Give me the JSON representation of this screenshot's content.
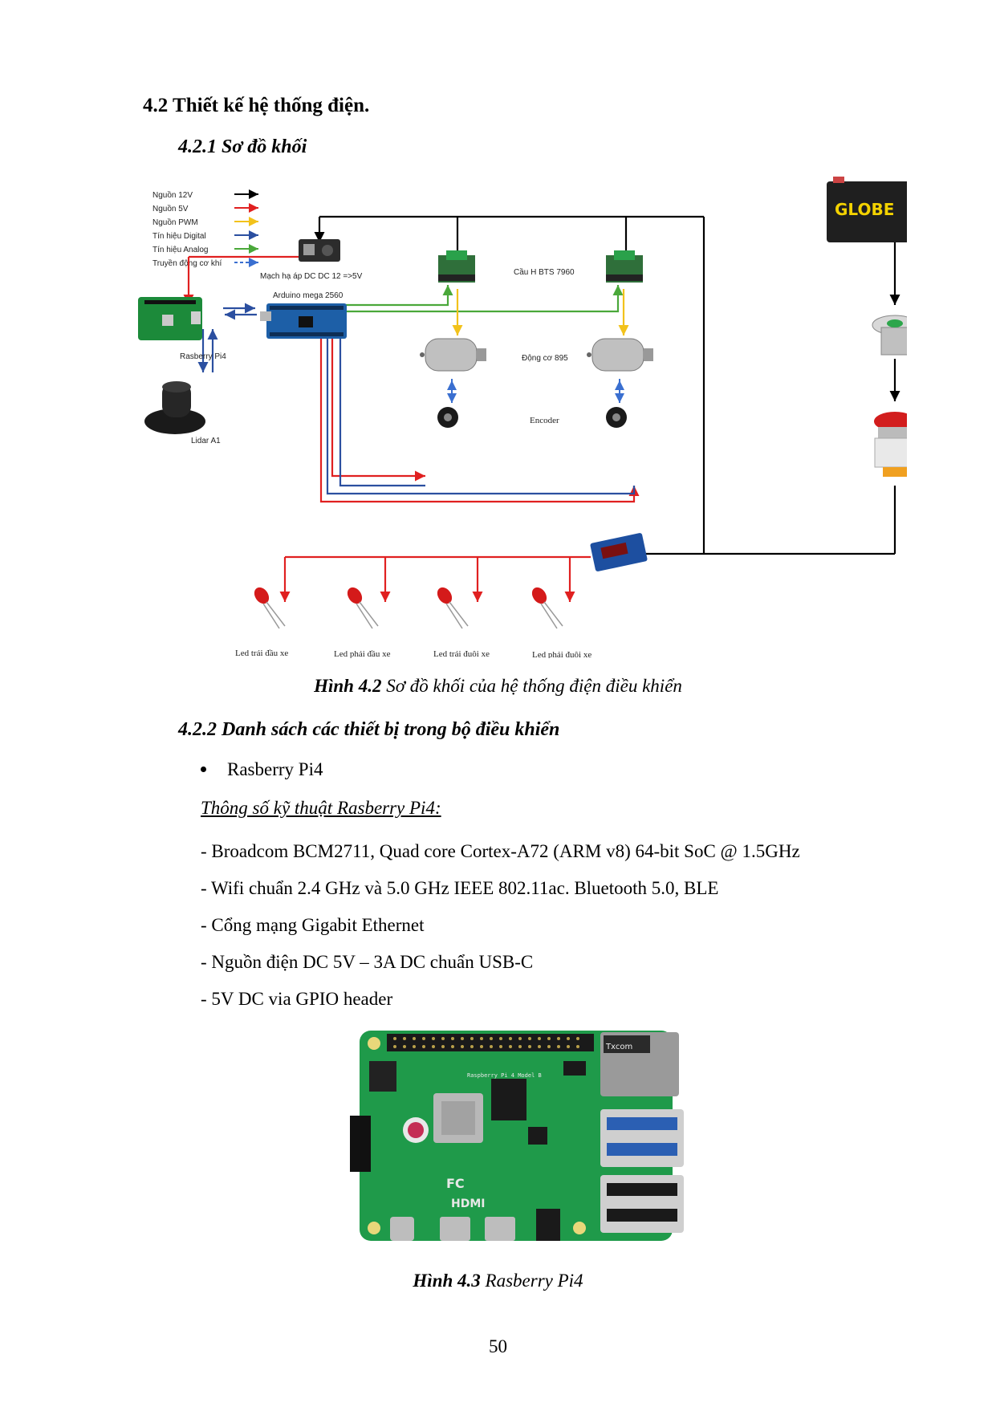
{
  "section_title": "4.2 Thiết kế hệ thống điện.",
  "subsection_1": "4.2.1 Sơ đồ khối",
  "diagram": {
    "legend": [
      {
        "label": "Nguồn 12V",
        "color": "#000000",
        "style": "solid"
      },
      {
        "label": "Nguồn 5V",
        "color": "#e02020",
        "style": "solid"
      },
      {
        "label": "Nguồn PWM",
        "color": "#f2c21b",
        "style": "solid"
      },
      {
        "label": "Tín hiệu Digital",
        "color": "#2b4fa0",
        "style": "solid"
      },
      {
        "label": "Tín hiệu Analog",
        "color": "#4aa83a",
        "style": "solid"
      },
      {
        "label": "Truyền động cơ khí",
        "color": "#3a6fd0",
        "style": "dashed"
      }
    ],
    "labels": {
      "buck_converter": "Mạch hạ áp DC DC 12 =>5V",
      "arduino": "Arduino mega 2560",
      "rpi": "Rasberry Pi4",
      "lidar": "Lidar A1",
      "h_bridge": "Cầu H BTS 7960",
      "motor": "Động cơ 895",
      "encoder": "Encoder",
      "battery_brand": "GLOBE",
      "leds": [
        "Led trái đầu xe",
        "Led phải đầu xe",
        "Led trái đuôi xe",
        "Led phải đuôi xe"
      ]
    }
  },
  "figure_4_2": {
    "number": "Hình 4.2",
    "text": " Sơ đồ khối của hệ thống điện điều khiển"
  },
  "subsection_2": "4.2.2 Danh sách các thiết bị trong bộ điều khiển",
  "bullet_item": "Rasberry Pi4",
  "spec_title": "Thông số kỹ thuật Rasberry Pi4:",
  "specs": [
    "- Broadcom BCM2711, Quad core Cortex-A72 (ARM v8) 64-bit SoC @ 1.5GHz",
    "- Wifi chuẩn 2.4 GHz và 5.0 GHz IEEE 802.11ac. Bluetooth 5.0, BLE",
    "- Cổng mạng Gigabit Ethernet",
    "- Nguồn điện DC 5V – 3A DC chuẩn USB-C",
    "- 5V DC via GPIO header"
  ],
  "rpi_board_text": {
    "hdmi": "HDMI",
    "fcc": "FC",
    "model": "Raspberry Pi 4 Model B"
  },
  "figure_4_3": {
    "number": "Hình 4.3",
    "text": " Rasberry Pi4"
  },
  "page_number": "50"
}
